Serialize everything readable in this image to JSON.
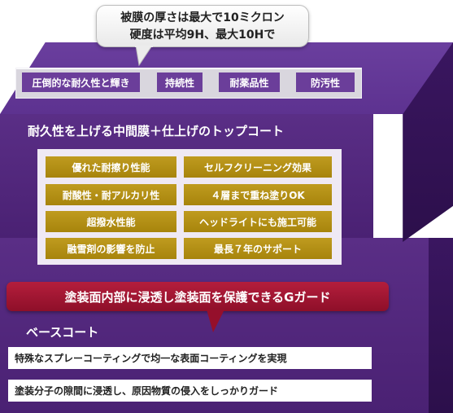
{
  "callout_top": {
    "line1": "被膜の厚さは最大で10ミクロン",
    "line2": "硬度は平均9H、最大10Hで"
  },
  "top_coat": {
    "chips": [
      "圧倒的な耐久性と輝き",
      "持続性",
      "耐薬品性",
      "防汚性"
    ]
  },
  "middle_coat": {
    "title": "耐久性を上げる中間膜＋仕上げのトップコート",
    "features": [
      "優れた耐擦り性能",
      "セルフクリーニング効果",
      "耐酸性・耐アルカリ性",
      "４層まで重ね塗りOK",
      "超撥水性能",
      "ヘッドライトにも施工可能",
      "融雪剤の影響を防止",
      "最長７年のサポート"
    ]
  },
  "callout_red": {
    "text": "塗装面内部に浸透し塗装面を保護できるGガード"
  },
  "base_coat": {
    "title": "ベースコート",
    "rows": [
      "特殊なスプレーコーティングで均一な表面コーティングを実現",
      "塗装分子の隙間に浸透し、原因物質の侵入をしっかりガード"
    ]
  },
  "colors": {
    "block_purple": "#5a2e86",
    "side_purple": "#2c0f4b",
    "chip_purple": "#6b3e9a",
    "gold": "#b08d14",
    "callout_red": "#a01632"
  }
}
